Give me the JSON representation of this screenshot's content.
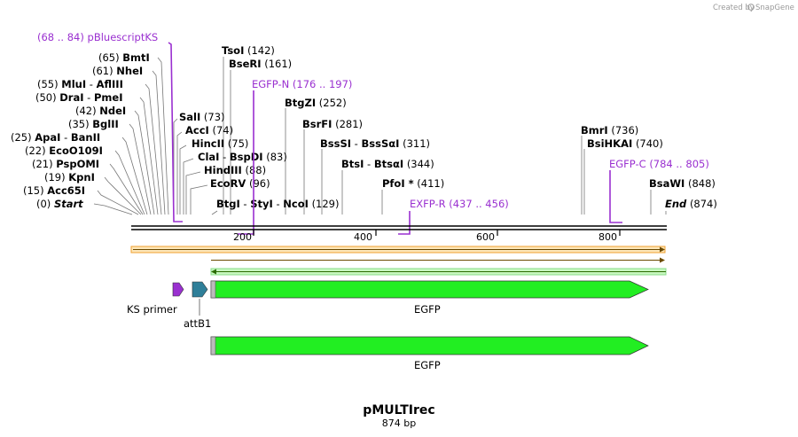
{
  "credit": {
    "text": "Created by",
    "brand": "SnapGene"
  },
  "title": "pMULTIrec",
  "length_label": "874 bp",
  "ruler": {
    "ticks": [
      "200",
      "400",
      "600",
      "800"
    ]
  },
  "sites_left": [
    {
      "pos": "(65)",
      "name": "BmtI"
    },
    {
      "pos": "(61)",
      "name": "NheI"
    },
    {
      "pos": "(55)",
      "name": "MluI",
      "name2": "AflIII"
    },
    {
      "pos": "(50)",
      "name": "DraI",
      "name2": "PmeI"
    },
    {
      "pos": "(42)",
      "name": "NdeI"
    },
    {
      "pos": "(35)",
      "name": "BglII"
    },
    {
      "pos": "(25)",
      "name": "ApaI",
      "name2": "BanII"
    },
    {
      "pos": "(22)",
      "name": "EcoO109I"
    },
    {
      "pos": "(21)",
      "name": "PspOMI"
    },
    {
      "pos": "(19)",
      "name": "KpnI"
    },
    {
      "pos": "(15)",
      "name": "Acc65I"
    },
    {
      "pos": "(0)",
      "name": "Start"
    }
  ],
  "sites_mid": [
    {
      "name": "SalI",
      "pos": "(73)"
    },
    {
      "name": "AccI",
      "pos": "(74)"
    },
    {
      "name": "HincII",
      "pos": "(75)"
    },
    {
      "name": "ClaI",
      "name2": "BspDI",
      "pos": "(83)"
    },
    {
      "name": "HindIII",
      "pos": "(88)"
    },
    {
      "name": "EcoRV",
      "pos": "(96)"
    },
    {
      "name": "BtgI",
      "name2": "StyI",
      "name3": "NcoI",
      "pos": "(129)"
    }
  ],
  "sites_top": [
    {
      "name": "TsoI",
      "pos": "(142)"
    },
    {
      "name": "BseRI",
      "pos": "(161)"
    },
    {
      "name": "BtgZI",
      "pos": "(252)"
    },
    {
      "name": "BsrFI",
      "pos": "(281)"
    },
    {
      "name": "BssSI",
      "name2": "BssSαI",
      "pos": "(311)"
    },
    {
      "name": "BtsI",
      "name2": "BtsαI",
      "pos": "(344)"
    },
    {
      "name": "PfoI *",
      "pos": "(411)"
    }
  ],
  "sites_right": [
    {
      "name": "BmrI",
      "pos": "(736)"
    },
    {
      "name": "BsiHKAI",
      "pos": "(740)"
    },
    {
      "name": "BsaWI",
      "pos": "(848)"
    },
    {
      "name": "End",
      "pos": "(874)"
    }
  ],
  "primers": [
    {
      "pos": "(68 .. 84)",
      "name": "pBluescriptKS"
    },
    {
      "name": "EGFP-N",
      "pos": "(176 .. 197)"
    },
    {
      "name": "EXFP-R",
      "pos": "(437 .. 456)"
    },
    {
      "name": "EGFP-C",
      "pos": "(784 .. 805)"
    }
  ],
  "features": [
    {
      "name": "KS primer"
    },
    {
      "name": "attB1"
    },
    {
      "name": "EGFP"
    },
    {
      "name": "EGFP"
    }
  ],
  "colors": {
    "primer": "#9a30d0",
    "egfp": "#22ee22",
    "attb1": "#2f7f99",
    "orf_orange": "#f0a030"
  }
}
